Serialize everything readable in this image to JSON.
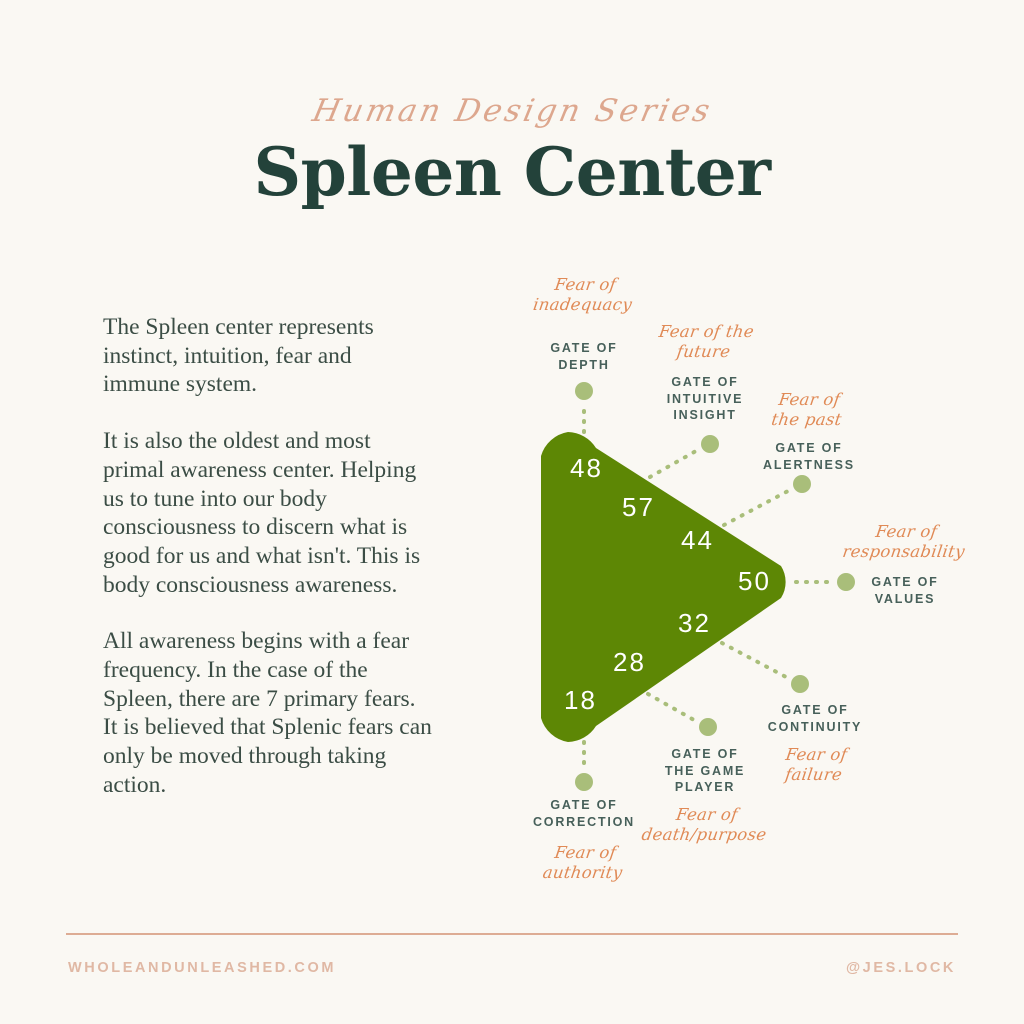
{
  "header": {
    "eyebrow": "Human Design Series",
    "title": "Spleen Center"
  },
  "copy": {
    "p1": "The Spleen center represents instinct, intuition, fear and immune system.",
    "p2": "It is also the oldest and most primal awareness center. Helping us to tune into our body consciousness to discern what is good for us and what isn't. This is body consciousness awareness.",
    "p3": "All awareness begins with a fear frequency. In the case of the Spleen, there are 7 primary fears. It is believed that Splenic fears can only be moved through taking action."
  },
  "diagram": {
    "shape": "spleen-center-triangle",
    "fill_color": "#5d8705",
    "dot_color": "#a9be7a",
    "gates": [
      {
        "number": "48",
        "gate_label": "GATE OF\nDEPTH",
        "fear_label": "Fear of\ninadequacy"
      },
      {
        "number": "57",
        "gate_label": "GATE OF\nINTUITIVE\nINSIGHT",
        "fear_label": "Fear of the\nfuture"
      },
      {
        "number": "44",
        "gate_label": "GATE OF\nALERTNESS",
        "fear_label": "Fear of\nthe past"
      },
      {
        "number": "50",
        "gate_label": "GATE OF\nVALUES",
        "fear_label": "Fear of\nresponsability"
      },
      {
        "number": "32",
        "gate_label": "GATE OF\nCONTINUITY",
        "fear_label": "Fear of\nfailure"
      },
      {
        "number": "28",
        "gate_label": "GATE OF\nTHE GAME\nPLAYER",
        "fear_label": "Fear of\ndeath/purpose"
      },
      {
        "number": "18",
        "gate_label": "GATE OF\nCORRECTION",
        "fear_label": "Fear of\nauthority"
      }
    ]
  },
  "footer": {
    "website": "WHOLEANDUNLEASHED.COM",
    "handle": "@JES.LOCK"
  },
  "colors": {
    "background": "#faf8f3",
    "green": "#5d8705",
    "sage": "#a9be7a",
    "dark_green_text": "#23423a",
    "body_text": "#3b4d45",
    "gate_text": "#47605a",
    "orange": "#e08a56",
    "rose": "#dda78e",
    "footer_text": "#e0b8a4"
  }
}
